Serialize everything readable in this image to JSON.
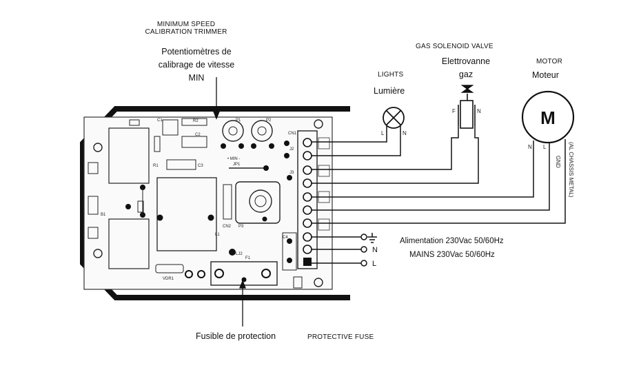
{
  "labels": {
    "trimmer_en": [
      "MINIMUM SPEED",
      "CALIBRATION TRIMMER"
    ],
    "trimmer_fr": [
      "Potentiomètres de",
      "calibrage de vitesse",
      "MIN"
    ],
    "lights_en": "LIGHTS",
    "lights_fr": "Lumière",
    "valve_en": "GAS SOLENOID VALVE",
    "valve_it": [
      "Elettrovanne",
      "gaz"
    ],
    "motor_en": "MOTOR",
    "motor_fr": "Moteur",
    "mains_fr": "Alimentation 230Vac 50/60Hz",
    "mains_en": "MAINS 230Vac 50/60Hz",
    "fuse_fr": "Fusible de protection",
    "fuse_en": "PROTECTIVE FUSE"
  },
  "device_marks": {
    "motor_symbol": "M",
    "terminal_n": "N",
    "terminal_l": "L",
    "lamp_l": "L",
    "lamp_n": "N",
    "valve_f": "F",
    "valve_n": "N",
    "motor_n": "N",
    "motor_l": "L",
    "gnd": "GND",
    "chassis": "(AL CHASSIS METAL)"
  },
  "board_marks": {
    "p1": "P1",
    "p2": "P2",
    "min": "• MIN -",
    "cn1": "CN1",
    "cn2": "CN2",
    "p3": "P3",
    "r2": "R2",
    "c1": "C1",
    "r1": "R1",
    "c2": "C2",
    "c3": "C3",
    "jp1": "JP1",
    "j2": "J2",
    "j3": "J3",
    "l1": "L1",
    "f1": "F1",
    "vdr1": "VDR1",
    "c4": "C4",
    "lj2": "LJ2",
    "b1": "B1"
  },
  "icons": [
    "ground-icon",
    "lamp-icon",
    "solenoid-valve-icon",
    "motor-icon",
    "potentiometer-icon",
    "fuse-icon"
  ]
}
